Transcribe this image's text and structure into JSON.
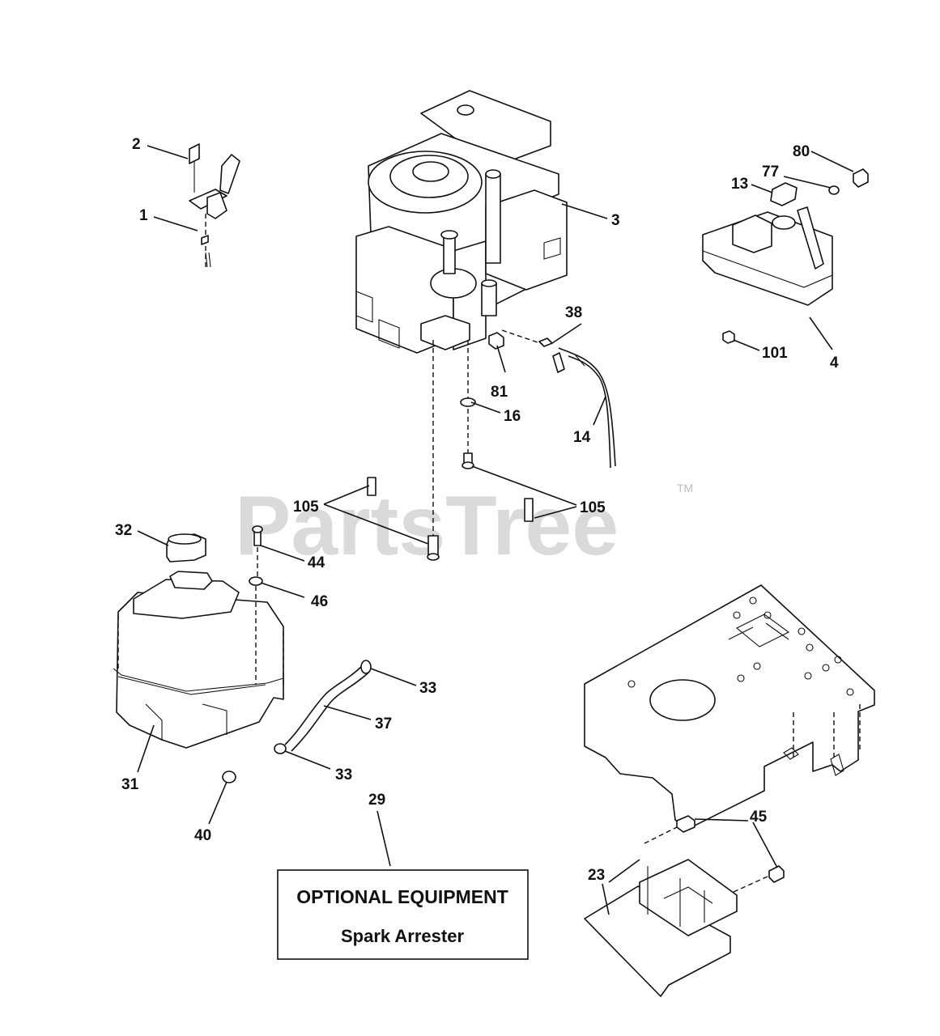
{
  "watermark": {
    "text": "PartsTree",
    "trademark": "TM"
  },
  "callouts": {
    "c1": "1",
    "c2": "2",
    "c3": "3",
    "c4": "4",
    "c13": "13",
    "c14": "14",
    "c16": "16",
    "c23": "23",
    "c29": "29",
    "c31": "31",
    "c32": "32",
    "c33a": "33",
    "c33b": "33",
    "c37": "37",
    "c38": "38",
    "c40": "40",
    "c44": "44",
    "c45": "45",
    "c46": "46",
    "c77": "77",
    "c80": "80",
    "c81": "81",
    "c101": "101",
    "c105a": "105",
    "c105b": "105"
  },
  "optional_box": {
    "title": "OPTIONAL EQUIPMENT",
    "subtitle": "Spark Arrester"
  }
}
